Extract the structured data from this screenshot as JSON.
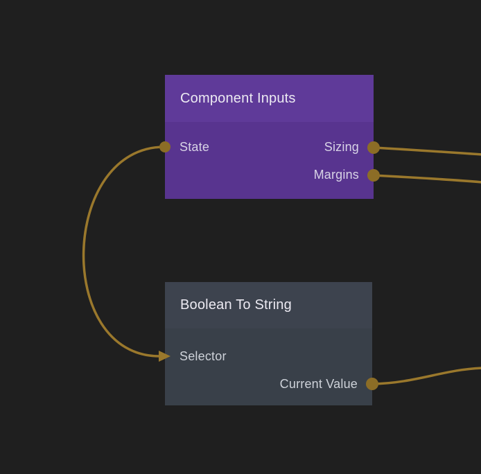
{
  "colors": {
    "background": "#1f1f1f",
    "purple_header": "#5f3a99",
    "purple_body": "#58348f",
    "gray_header": "#3d434e",
    "gray_body": "#394049",
    "title_text": "#eceaf2",
    "purple_label_text": "#d8d3e6",
    "gray_label_text": "#ced2d9",
    "wire": "#9a782c",
    "port": "#8c6d26"
  },
  "nodes": [
    {
      "title": "Component Inputs",
      "ports": [
        {
          "label": "State",
          "side": "left"
        },
        {
          "label": "Sizing",
          "side": "right"
        },
        {
          "label": "Margins",
          "side": "right"
        }
      ]
    },
    {
      "title": "Boolean To String",
      "ports": [
        {
          "label": "Selector",
          "side": "left"
        },
        {
          "label": "Current Value",
          "side": "right"
        }
      ]
    }
  ],
  "connections": [
    {
      "from": "Component Inputs / State",
      "to": "Boolean To String / Selector",
      "end": "arrowhead"
    },
    {
      "from": "Component Inputs / Sizing",
      "to": "offscreen right"
    },
    {
      "from": "Component Inputs / Margins",
      "to": "offscreen right"
    },
    {
      "from": "Boolean To String / Current Value",
      "to": "offscreen right"
    }
  ]
}
